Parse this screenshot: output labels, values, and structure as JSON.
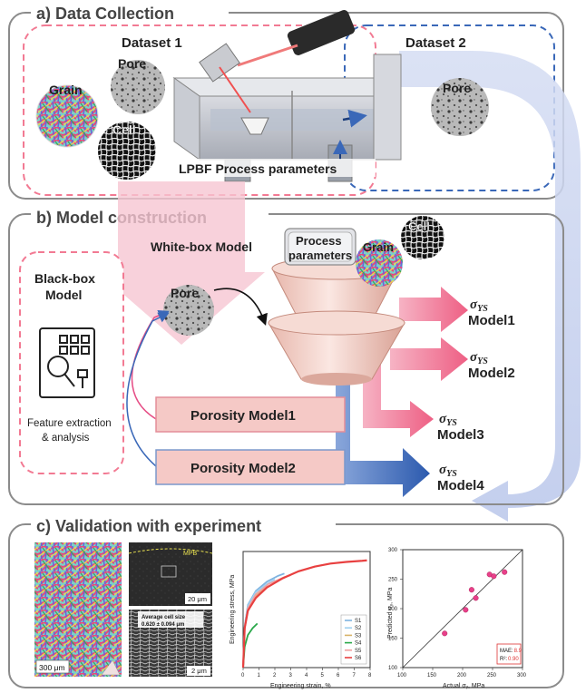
{
  "panel_a": {
    "title": "a) Data Collection",
    "dataset1": "Dataset 1",
    "dataset2": "Dataset 2",
    "grain": "Grain",
    "pore": "Pore",
    "cell": "Cell",
    "pore2": "Pore",
    "lpbf": "LPBF Process parameters"
  },
  "panel_b": {
    "title": "b) Model construction",
    "whitebox": "White-box Model",
    "process_line1": "Process",
    "process_line2": "parameters",
    "grain": "Grain",
    "cell": "Cell",
    "blackbox_line1": "Black-box",
    "blackbox_line2": "Model",
    "pore": "Pore",
    "feature_line1": "Feature extraction",
    "feature_line2": "& analysis",
    "porosity1": "Porosity Model1",
    "porosity2": "Porosity Model2",
    "sigma": "σ",
    "sigma_sub": "YS",
    "model1": "Model1",
    "model2": "Model2",
    "model3": "Model3",
    "model4": "Model4"
  },
  "panel_c": {
    "title": "c) Validation with experiment",
    "scale1": "300 μm",
    "mpb": "MPB",
    "scale2": "20 μm",
    "cell_line1": "Average cell size",
    "cell_line2": "0.620 ± 0.094 μm",
    "scale3": "2 μm",
    "curve_ylabel": "Engineering stress, MPa",
    "curve_xlabel": "Engineering strain, %",
    "curve_xticks": [
      "0",
      "1",
      "2",
      "3",
      "4",
      "5",
      "6",
      "7",
      "8"
    ],
    "curve_legend": [
      "S1",
      "S2",
      "S3",
      "S4",
      "S5",
      "S6"
    ],
    "curve_colors": [
      "#7fb3e0",
      "#9fd0f0",
      "#d8b46a",
      "#2aa84a",
      "#f0a0a0",
      "#e84040"
    ],
    "scatter_ylabel": "Predicted σᵧ, MPa",
    "scatter_xlabel": "Actual σᵧ, MPa",
    "scatter_xticks": [
      "100",
      "150",
      "200",
      "250",
      "300"
    ],
    "scatter_yticks": [
      "100",
      "150",
      "200",
      "250",
      "300"
    ],
    "mae_label": "MAE:",
    "mae_value": "8.9",
    "r2_label": "R²:",
    "r2_value": "0.90"
  },
  "colors": {
    "pink": "#f27a93",
    "blue": "#3a68b8",
    "light_pink": "#f6c6d2",
    "light_blue": "#c7d2ee",
    "box_fill": "#f4c3c3"
  },
  "chart_data": [
    {
      "type": "line",
      "xlabel": "Engineering strain, %",
      "ylabel": "Engineering stress, MPa",
      "series": [
        {
          "name": "S1",
          "x": [
            0,
            0.1,
            0.3,
            0.8,
            1.5,
            2.2,
            2.6
          ],
          "y": [
            0,
            180,
            270,
            330,
            370,
            395,
            405
          ]
        },
        {
          "name": "S2",
          "x": [
            0,
            0.1,
            0.3,
            0.8,
            1.5,
            2.0
          ],
          "y": [
            0,
            180,
            265,
            325,
            360,
            380
          ]
        },
        {
          "name": "S3",
          "x": [
            0,
            0.1,
            0.3,
            0.7,
            1.2,
            1.6
          ],
          "y": [
            0,
            170,
            250,
            300,
            335,
            350
          ]
        },
        {
          "name": "S4",
          "x": [
            0,
            0.1,
            0.3,
            0.6,
            0.9
          ],
          "y": [
            0,
            90,
            140,
            170,
            190
          ]
        },
        {
          "name": "S5",
          "x": [
            0,
            0.1,
            0.3,
            0.8,
            1.6,
            2.6,
            3.0
          ],
          "y": [
            0,
            175,
            255,
            315,
            360,
            390,
            398
          ]
        },
        {
          "name": "S6",
          "x": [
            0,
            0.1,
            0.3,
            0.8,
            1.5,
            2.5,
            3.5,
            4.5,
            5.5,
            6.5,
            7.5,
            7.8
          ],
          "y": [
            0,
            170,
            245,
            300,
            345,
            385,
            415,
            435,
            448,
            455,
            460,
            462
          ]
        }
      ]
    },
    {
      "type": "scatter",
      "xlabel": "Actual σᵧ, MPa",
      "ylabel": "Predicted σᵧ, MPa",
      "xlim": [
        100,
        300
      ],
      "ylim": [
        100,
        300
      ],
      "x": [
        170,
        205,
        215,
        222,
        245,
        252,
        270
      ],
      "y": [
        158,
        198,
        232,
        218,
        258,
        255,
        262
      ]
    }
  ]
}
